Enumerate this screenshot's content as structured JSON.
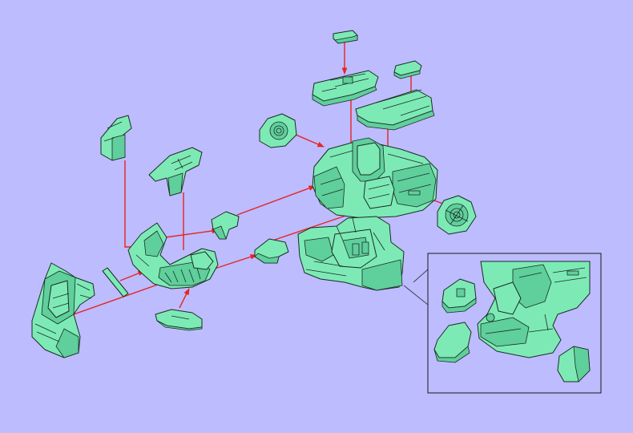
{
  "diagram": {
    "type": "exploded-assembly",
    "colors": {
      "background": "#bcbcff",
      "part": "#7deab6",
      "part_shade": "#5fcf9c",
      "edge": "#1c2a24",
      "arrow": "#e8231e",
      "frame": "#1a1a1a"
    },
    "parts": [
      "head-top-cap",
      "head-cover-plate",
      "shoulder-cap-right",
      "shoulder-armor-plate",
      "left-joint-ring",
      "right-joint-ring",
      "torso-body-assembly",
      "hip-waist-assembly",
      "upper-arm-block",
      "forearm-guard",
      "small-connector-peg",
      "elbow-armor-piece",
      "hand-assembly",
      "thin-rod",
      "lower-arm-frame",
      "forearm-plate-bottom",
      "large-leg-block"
    ],
    "detail_inset": {
      "parts": [
        "inset-left-clip",
        "inset-lower-block",
        "inset-right-block",
        "inset-waist-detail"
      ]
    }
  }
}
